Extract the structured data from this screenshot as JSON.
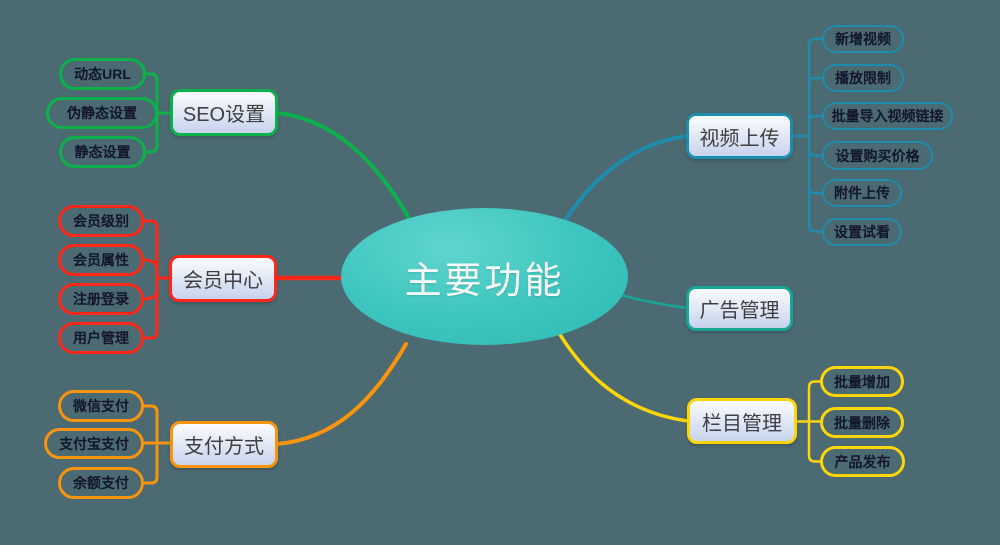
{
  "background_color": "#4C6A72",
  "center": {
    "label": "主要功能",
    "fill_color": "#3CC4BE",
    "text_color": "#FFFFFF"
  },
  "branches": [
    {
      "id": "seo-settings",
      "label": "SEO设置",
      "color": "#0DB14B",
      "children": [
        "动态URL",
        "伪静态设置",
        "静态设置"
      ]
    },
    {
      "id": "member-center",
      "label": "会员中心",
      "color": "#FE271A",
      "children": [
        "会员级别",
        "会员属性",
        "注册登录",
        "用户管理"
      ]
    },
    {
      "id": "payment-methods",
      "label": "支付方式",
      "color": "#F9940D",
      "children": [
        "微信支付",
        "支付宝支付",
        "余额支付"
      ]
    },
    {
      "id": "video-upload",
      "label": "视频上传",
      "color": "#1E8CAC",
      "children": [
        "新增视频",
        "播放限制",
        "批量导入视频链接",
        "设置购买价格",
        "附件上传",
        "设置试看"
      ]
    },
    {
      "id": "ad-management",
      "label": "广告管理",
      "color": "#17A695",
      "children": []
    },
    {
      "id": "column-management",
      "label": "栏目管理",
      "color": "#FDD508",
      "children": [
        "批量增加",
        "批量删除",
        "产品发布"
      ]
    }
  ]
}
